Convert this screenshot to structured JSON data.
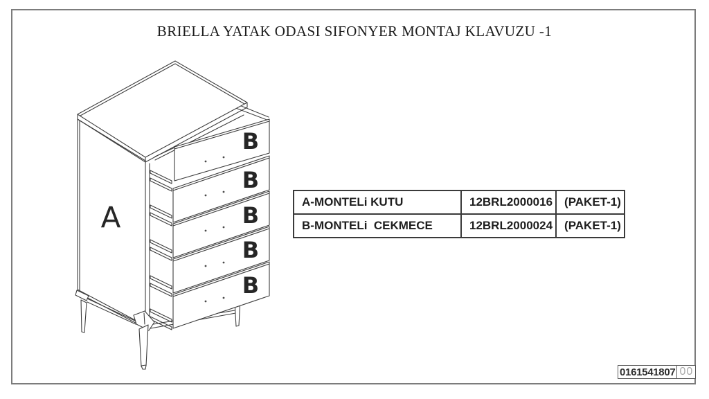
{
  "title": "BRIELLA YATAK ODASI SIFONYER MONTAJ KLAVUZU -1",
  "diagram": {
    "cabinet_label": "A",
    "drawer_label": "B",
    "drawer_count": 5
  },
  "parts_table": {
    "rows": [
      {
        "name": "A-MONTELi KUTU",
        "code": "12BRL2000016",
        "package": "(PAKET-1)"
      },
      {
        "name": "B-MONTELi  CEKMECE",
        "code": "12BRL2000024",
        "package": "(PAKET-1)"
      }
    ]
  },
  "footer": {
    "document_code": "0161541807",
    "revision_code": "00"
  }
}
